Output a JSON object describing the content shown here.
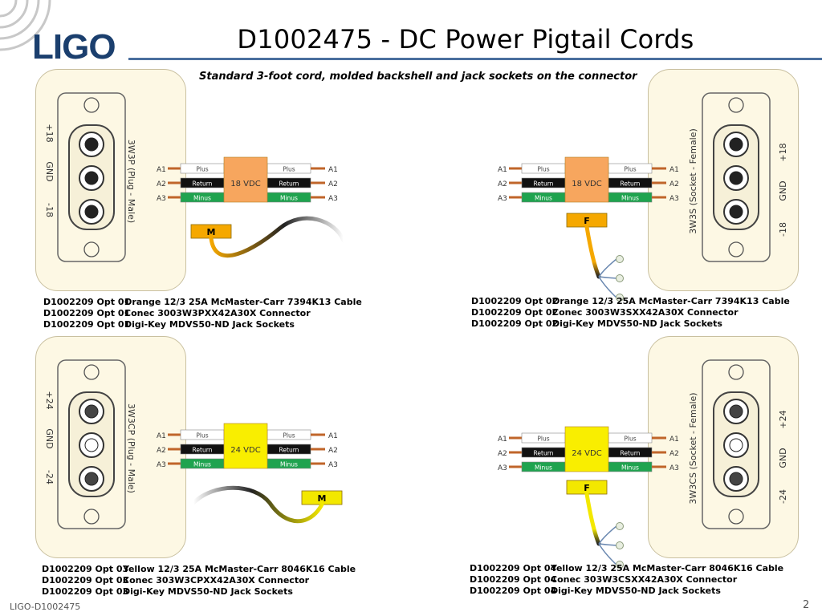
{
  "slide": {
    "title": "D1002475 - DC Power Pigtail Cords",
    "subtitle": "Standard 3-foot cord, molded backshell and jack sockets on the connector",
    "logo": "LIGO",
    "footer": "LIGO-D1002475",
    "page_number": "2"
  },
  "panels": [
    {
      "voltage": "18 VDC",
      "box_color": "#f7a65e",
      "gender_tag": "M",
      "connector_label": "3W3P (Plug - Male)",
      "pins": [
        "+18",
        "GND",
        "-18"
      ],
      "pin_labels": [
        "A1",
        "A2",
        "A3"
      ],
      "wire_labels": [
        "Plus",
        "Return",
        "Minus"
      ],
      "cable_color": "#f5a800",
      "parts": [
        {
          "pn": "D1002209 Opt 01",
          "desc": "Orange 12/3 25A McMaster-Carr 7394K13 Cable"
        },
        {
          "pn": "D1002209 Opt 01",
          "desc": "Conec 3003W3PXX42A30X Connector"
        },
        {
          "pn": "D1002209 Opt 01",
          "desc": "Digi-Key MDVS50-ND Jack Sockets"
        }
      ]
    },
    {
      "voltage": "18 VDC",
      "box_color": "#f7a65e",
      "gender_tag": "F",
      "connector_label": "3W3S (Socket - Female)",
      "pins": [
        "+18",
        "GND",
        "-18"
      ],
      "pin_labels": [
        "A1",
        "A2",
        "A3"
      ],
      "wire_labels": [
        "Plus",
        "Return",
        "Minus"
      ],
      "cable_color": "#f5a800",
      "parts": [
        {
          "pn": "D1002209 Opt 02",
          "desc": "Orange 12/3 25A McMaster-Carr 7394K13 Cable"
        },
        {
          "pn": "D1002209 Opt 02",
          "desc": "Conec 3003W3SXX42A30X Connector"
        },
        {
          "pn": "D1002209 Opt 02",
          "desc": "Digi-Key MDVS50-ND Jack Sockets"
        }
      ]
    },
    {
      "voltage": "24 VDC",
      "box_color": "#f9ee00",
      "gender_tag": "M",
      "connector_label": "3W3CP (Plug - Male)",
      "pins": [
        "+24",
        "GND",
        "-24"
      ],
      "pin_labels": [
        "A1",
        "A2",
        "A3"
      ],
      "wire_labels": [
        "Plus",
        "Return",
        "Minus"
      ],
      "cable_color": "#f3e800",
      "parts": [
        {
          "pn": "D1002209 Opt 03",
          "desc": "Yellow 12/3 25A McMaster-Carr 8046K16 Cable"
        },
        {
          "pn": "D1002209 Opt 03",
          "desc": "Conec 303W3CPXX42A30X Connector"
        },
        {
          "pn": "D1002209 Opt 03",
          "desc": "Digi-Key MDVS50-ND Jack Sockets"
        }
      ]
    },
    {
      "voltage": "24 VDC",
      "box_color": "#f9ee00",
      "gender_tag": "F",
      "connector_label": "3W3CS (Socket - Female)",
      "pins": [
        "+24",
        "GND",
        "-24"
      ],
      "pin_labels": [
        "A1",
        "A2",
        "A3"
      ],
      "wire_labels": [
        "Plus",
        "Return",
        "Minus"
      ],
      "cable_color": "#f3e800",
      "parts": [
        {
          "pn": "D1002209 Opt 04",
          "desc": "Yellow 12/3 25A McMaster-Carr 8046K16 Cable"
        },
        {
          "pn": "D1002209 Opt 04",
          "desc": "Conec 303W3CSXX42A30X Connector"
        },
        {
          "pn": "D1002209 Opt 04",
          "desc": "Digi-Key MDVS50-ND Jack Sockets"
        }
      ]
    }
  ]
}
